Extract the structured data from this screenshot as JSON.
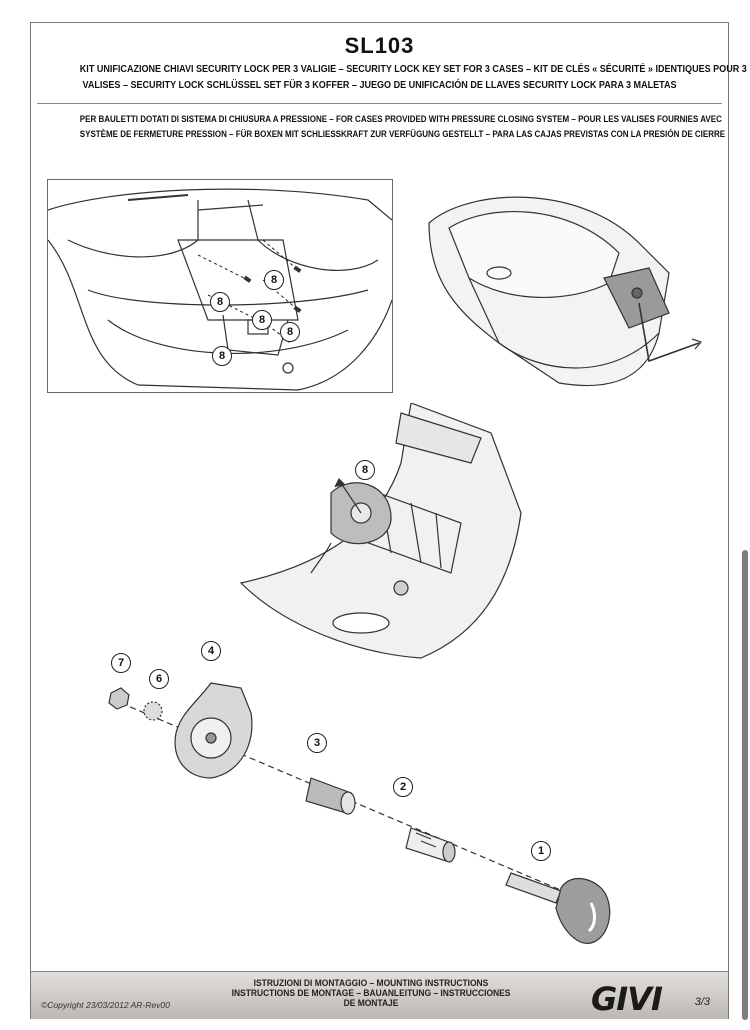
{
  "doc": {
    "model": "SL103",
    "title_lines": [
      "KIT UNIFICAZIONE CHIAVI SECURITY LOCK PER 3 VALIGIE – SECURITY LOCK KEY SET FOR 3 CASES – KIT DE CLÉS « SÉCURITÉ » IDENTIQUES POUR 3",
      "VALISES – SECURITY LOCK SCHLÜSSEL SET FÜR 3 KOFFER – JUEGO DE UNIFICACIÓN DE LLAVES SECURITY LOCK PARA 3 MALETAS"
    ],
    "subtitle_lines": [
      "PER BAULETTI DOTATI DI SISTEMA DI CHIUSURA A PRESSIONE – FOR CASES PROVIDED WITH PRESSURE CLOSING SYSTEM – POUR LES VALISES FOURNIES AVEC",
      "SYSTÈME DE FERMETURE PRESSION – FÜR BOXEN MIT SCHLIESSKRAFT ZUR VERFÜGUNG GESTELLT – PARA LAS CAJAS PREVISTAS CON LA PRESIÓN DE CIERRE"
    ]
  },
  "callouts": {
    "screw_a": "8",
    "screw_b": "8",
    "screw_c": "8",
    "screw_d": "8",
    "screw_e": "8",
    "lid_screw": "8",
    "part_1": "1",
    "part_2": "2",
    "part_3": "3",
    "part_4": "4",
    "part_6": "6",
    "part_7": "7"
  },
  "footer": {
    "instruction_lines": [
      "ISTRUZIONI DI MONTAGGIO  –  MOUNTING INSTRUCTIONS",
      "INSTRUCTIONS DE MONTAGE – BAUANLEITUNG – INSTRUCCIONES",
      "DE MONTAJE"
    ],
    "copyright": "©Copyright 23/03/2012 AR-Rev00",
    "logo": "GIVI",
    "page": "3/3"
  }
}
